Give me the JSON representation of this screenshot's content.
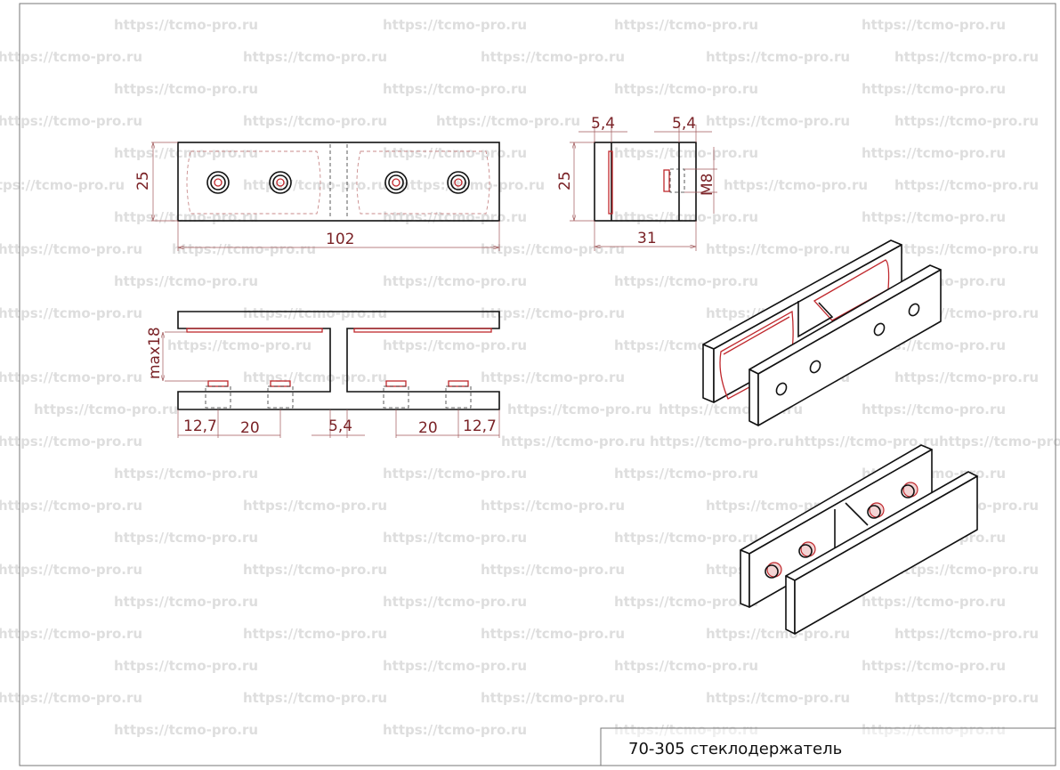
{
  "watermark": "https://tcmo-pro.ru",
  "title_block": {
    "text": "70-305 стеклодержатель"
  },
  "top_view": {
    "height": "25",
    "length": "102"
  },
  "side_view": {
    "offset_left": "5,4",
    "offset_right": "5,4",
    "height": "25",
    "thread": "M8",
    "width": "31"
  },
  "front_view": {
    "gap": "max18",
    "edge_left": "12,7",
    "pitch_left": "20",
    "gap_center": "5,4",
    "pitch_right": "20",
    "edge_right": "12,7"
  },
  "colors": {
    "outline": "#111111",
    "gasket": "#c0282d",
    "dimension": "#7a2226",
    "watermark": "#dedede"
  }
}
